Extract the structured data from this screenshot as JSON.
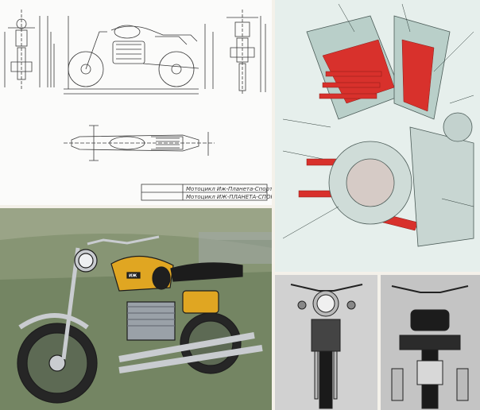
{
  "collage": {
    "panels": [
      {
        "id": "blueprint",
        "content": "technical drawing of motorcycle, side, front, rear and top views"
      },
      {
        "id": "cutaway",
        "content": "engine cutaway illustration"
      },
      {
        "id": "photo",
        "content": "color photograph of yellow and chrome motorcycle on grass"
      },
      {
        "id": "bw-front",
        "content": "black and white photo, front view"
      },
      {
        "id": "bw-rear",
        "content": "black and white photo, rear view"
      }
    ]
  },
  "blueprint": {
    "title_block_line1": "Мотоцикл Иж-Планета-Спорт",
    "title_block_line2": "Мотоцикл ИЖ-ПЛАНЕТА-СПОРТ"
  },
  "photo": {
    "tank_badge": "ИЖ"
  },
  "colors": {
    "blueprint_line": "#3a3a3a",
    "cutaway_red": "#d8312c",
    "cutaway_line": "#4b5b57",
    "tank_yellow": "#e0a622",
    "grass": "#748563",
    "chrome": "#c9ccd0"
  }
}
